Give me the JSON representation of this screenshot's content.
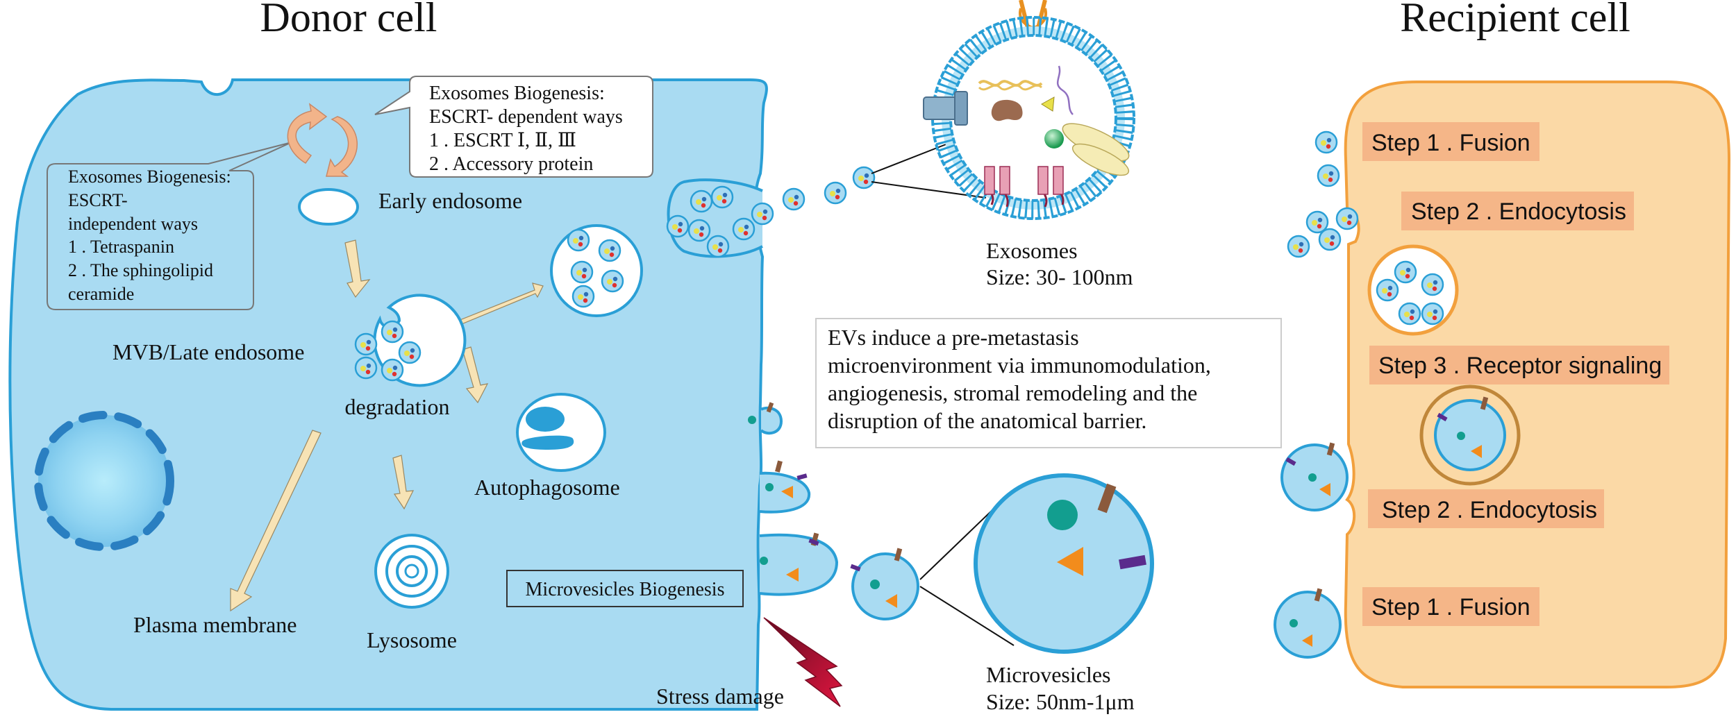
{
  "titles": {
    "donor": "Donor cell",
    "recipient": "Recipient cell"
  },
  "callouts": {
    "escrt_dependent": [
      "Exosomes Biogenesis:",
      "ESCRT- dependent ways",
      "1 . ESCRT Ⅰ, Ⅱ, Ⅲ",
      "2 . Accessory protein"
    ],
    "escrt_independent": [
      "Exosomes Biogenesis:",
      "ESCRT-",
      "independent ways",
      "1 . Tetraspanin",
      "2 . The sphingolipid",
      "ceramide"
    ],
    "metastasis": [
      "EVs induce a pre-metastasis",
      "microenvironment via immunomodulation,",
      "angiogenesis, stromal remodeling and the",
      "disruption of the anatomical barrier."
    ],
    "microvesicles_biogenesis": "Microvesicles Biogenesis"
  },
  "labels": {
    "early_endosome": "Early endosome",
    "mvb": "MVB/Late endosome",
    "degradation": "degradation",
    "autophagosome": "Autophagosome",
    "lysosome": "Lysosome",
    "plasma_membrane": "Plasma membrane",
    "stress_damage": "Stress damage",
    "exosomes": "Exosomes",
    "exosomes_size": "Size: 30- 100nm",
    "microvesicles": "Microvesicles",
    "microvesicles_size": "Size: 50nm-1μm"
  },
  "steps": {
    "exo_fusion": "Step 1 . Fusion",
    "exo_endocytosis": "Step 2 . Endocytosis",
    "receptor": "Step 3 . Receptor signaling",
    "mv_endocytosis": "Step 2 . Endocytosis",
    "mv_fusion": "Step 1 . Fusion"
  },
  "colors": {
    "donor_fill": "#a9dbf2",
    "cell_outline": "#2a9fd6",
    "recipient_fill": "#fbd9a6",
    "recipient_outline": "#f2a03d",
    "step_box": "#f5b688",
    "arrow": "#f7e3b5",
    "stress": "#c0143c"
  }
}
